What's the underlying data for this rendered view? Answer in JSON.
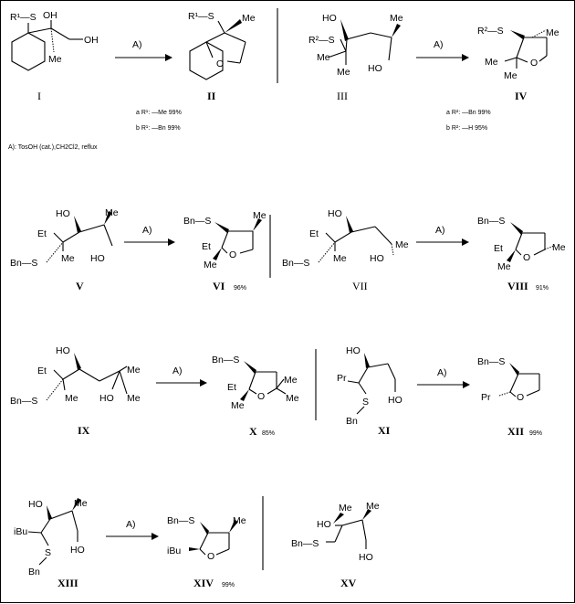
{
  "reagent_label": "A)",
  "footnote": "A): TosOH (cat.),CH2Cl2,  reflux",
  "compounds": {
    "I": "I",
    "II": "II",
    "III": "III",
    "IV": "IV",
    "V": "V",
    "VI": "VI",
    "VII": "VII",
    "VIII": "VIII",
    "IX": "IX",
    "X": "X",
    "XI": "XI",
    "XII": "XII",
    "XIII": "XIII",
    "XIV": "XIV",
    "XV": "XV"
  },
  "yields": {
    "II_a": "a  R¹: —Me   99%",
    "II_b": "b  R¹: —Bn   99%",
    "IV_a": "a  R²: —Bn   99%",
    "IV_b": "b  R²: —H     95%",
    "VI": "96%",
    "VIII": "91%",
    "X": "85%",
    "XII": "99%",
    "XIV": "99%"
  },
  "atoms": {
    "R1S": "R¹—S",
    "R2S": "R²—S",
    "OH": "OH",
    "HO": "HO",
    "Me": "Me",
    "O": "O",
    "S": "S",
    "Bn": "Bn",
    "BnS": "Bn—S",
    "Et": "Et",
    "Pr": "Pr",
    "iBu": "iBu",
    "HO_dash": "HO"
  }
}
